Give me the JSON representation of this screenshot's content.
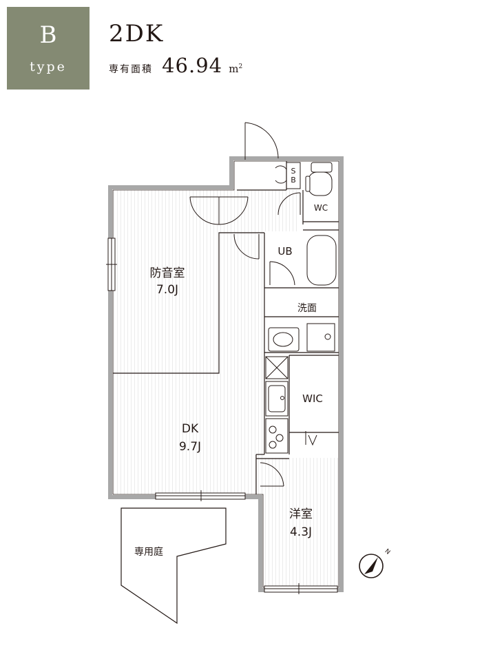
{
  "header": {
    "badge_letter": "B",
    "badge_type": "type",
    "badge_color": "#848a73",
    "plan_type": "2DK",
    "area_label": "専有面積",
    "area_value": "46.94",
    "area_unit": "m",
    "area_unit_sup": "2"
  },
  "rooms": {
    "bedroom1_name": "防音室",
    "bedroom1_size": "7.0J",
    "dk_name": "DK",
    "dk_size": "9.7J",
    "bedroom2_name": "洋室",
    "bedroom2_size": "4.3J",
    "wic": "WIC",
    "ub": "UB",
    "washroom": "洗面",
    "wc": "WC",
    "sb_1": "S",
    "sb_2": "B",
    "garden": "専用庭"
  },
  "compass": {
    "north_label": "N",
    "icon": "compass-icon"
  },
  "colors": {
    "wall": "#a8a8a8",
    "line": "#231815",
    "stripe": "#ebebeb"
  }
}
